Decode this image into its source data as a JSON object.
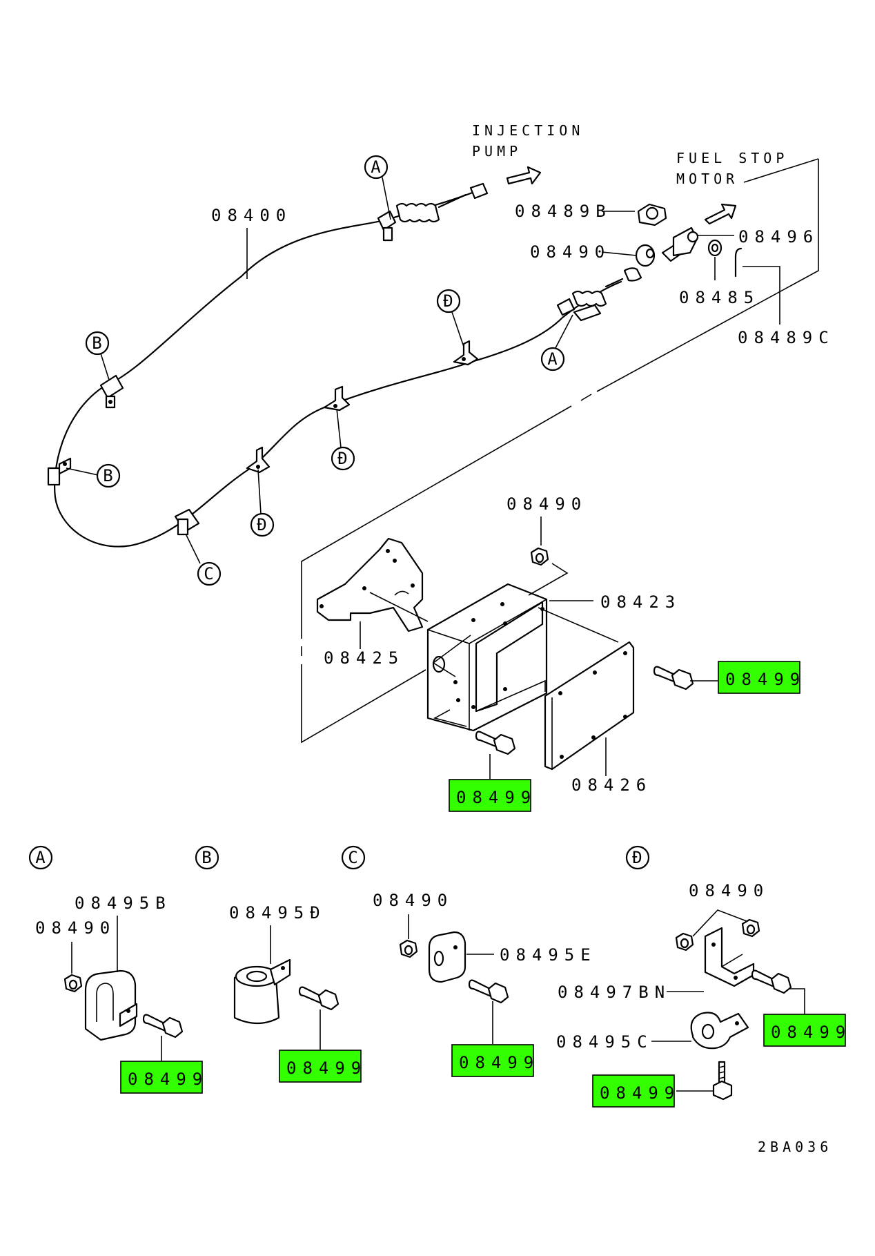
{
  "drawing_code": "2BA036",
  "notes": {
    "injection_pump": [
      "INJECTION",
      "PUMP"
    ],
    "fuel_stop_motor": [
      "FUEL STOP",
      "MOTOR"
    ]
  },
  "detail_letters": {
    "a": "A",
    "b": "B",
    "c": "C",
    "d": "Đ"
  },
  "highlight_color": "#33ff00",
  "parts": {
    "cable": "08400",
    "rod_end_bolt": "08489B",
    "nut": "08490",
    "clevis": "08496",
    "washer": "08485",
    "pin": "08489C",
    "bracket_box": "08423",
    "bracket_upper": "08425",
    "cover_plate": "08426",
    "bolt": "08499",
    "clamp_a": "08495B",
    "clamp_b": "08495Đ",
    "clamp_c": "08495E",
    "clip_bracket_d": "08497BN",
    "clamp_d": "08495C"
  }
}
